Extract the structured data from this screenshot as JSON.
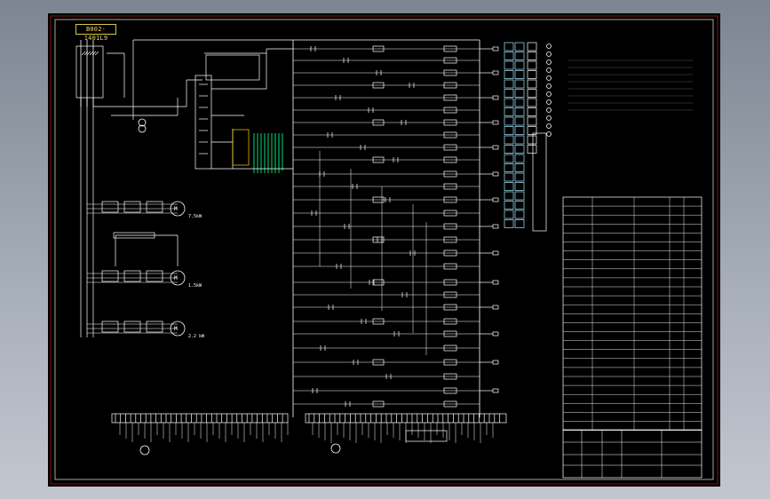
{
  "drawing": {
    "drawing_number": "B002-1401L9"
  },
  "motors": [
    {
      "label": "M",
      "power": "7.5kW"
    },
    {
      "label": "M",
      "power": "1.5kW"
    },
    {
      "label": "M",
      "power": "2.2 kW"
    }
  ],
  "colors": {
    "background_gradient_top": "#7d8592",
    "sheet": "#000000",
    "frame_outer": "#b81c1c",
    "frame_inner": "#e8e8e8",
    "wire": "#ffffff",
    "highlight": "#e8d86a",
    "component": "#ffd400",
    "coil": "#00c46a",
    "terminal": "#9fe8ff"
  }
}
